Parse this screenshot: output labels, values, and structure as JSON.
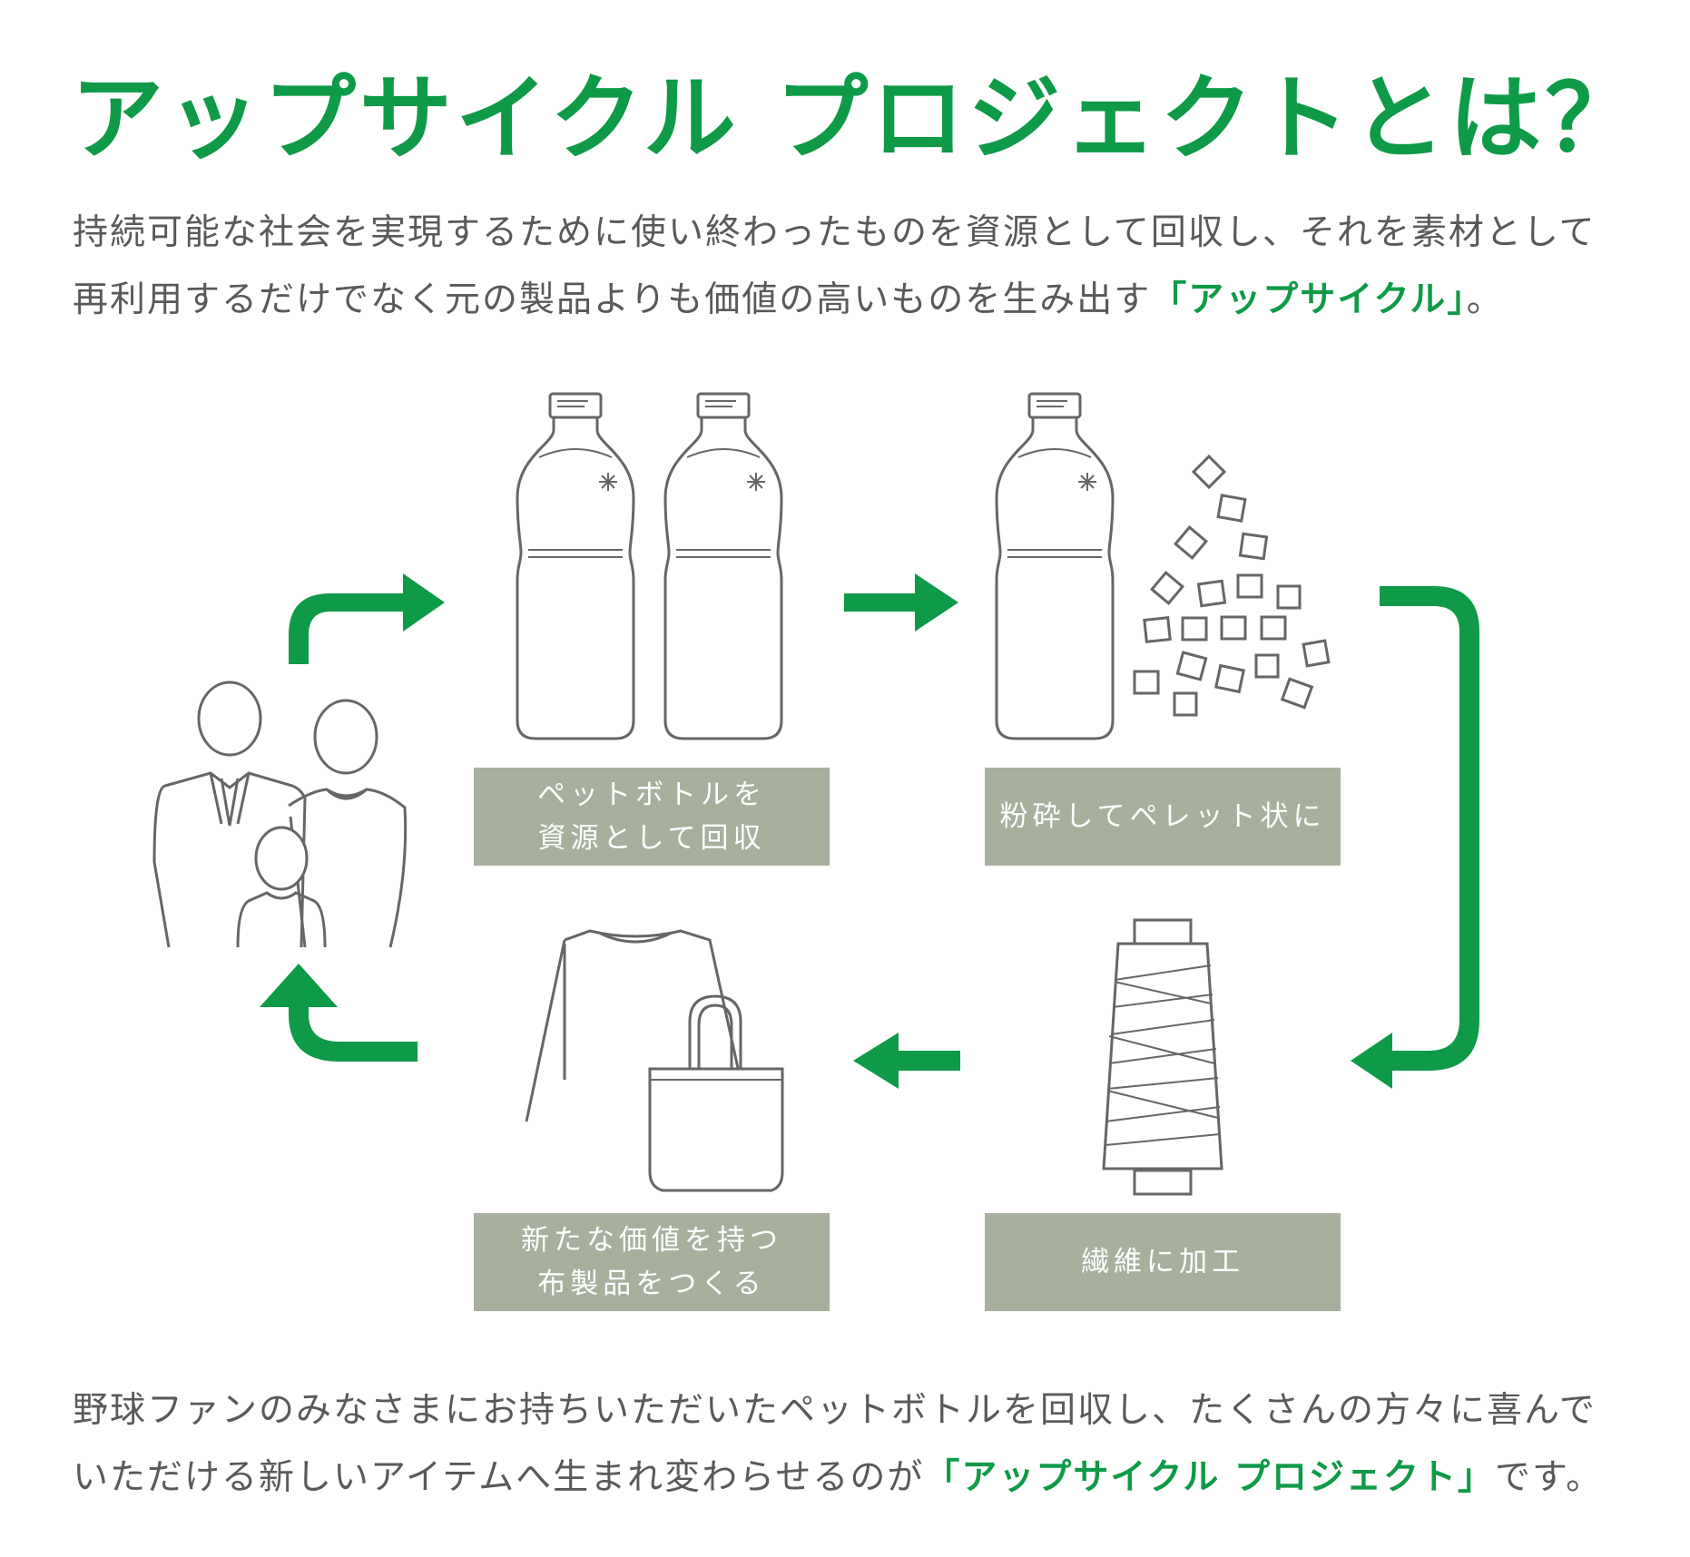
{
  "title": "アップサイクル プロジェクトとは？",
  "intro": {
    "line1": "持続可能な社会を実現するために使い終わったものを資源として回収し、それを素材として",
    "line2_prefix": "再利用するだけでなく元の製品よりも価値の高いものを生み出す",
    "line2_highlight": "「アップサイクル」",
    "line2_suffix": "。"
  },
  "steps": [
    {
      "line1": "ペットボトルを",
      "line2": "資源として回収"
    },
    {
      "line1": "粉砕してペレット状に",
      "line2": ""
    },
    {
      "line1": "繊維に加工",
      "line2": ""
    },
    {
      "line1": "新たな価値を持つ",
      "line2": "布製品をつくる"
    }
  ],
  "outro": {
    "line1": "野球ファンのみなさまにお持ちいただいたペットボトルを回収し、たくさんの方々に喜んで",
    "line2_prefix": "いただける新しいアイテムへ生まれ変わらせるのが",
    "line2_highlight": "「アップサイクル プロジェクト」",
    "line2_suffix": "です。"
  },
  "colors": {
    "accent_green": "#0f9a48",
    "label_bg": "#a7b09d",
    "line_gray": "#666666",
    "body_text": "#595959"
  }
}
